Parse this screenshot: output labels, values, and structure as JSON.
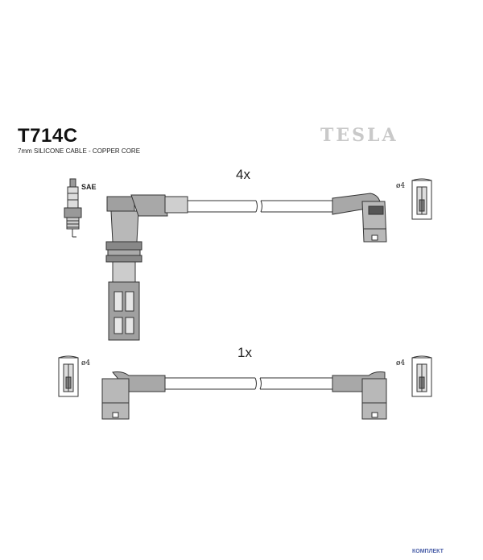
{
  "header": {
    "part_code": "T714C",
    "cable_spec": "7mm SILICONE CABLE - COPPER CORE",
    "brand": "TESLA"
  },
  "labels": {
    "plug_standard": "SAE",
    "qty_top": "4x",
    "qty_bottom": "1x",
    "diameter_1": "ø4",
    "diameter_2": "ø4",
    "diameter_3": "ø4"
  },
  "footer": {
    "watermark": "КОМПЛЕКТ"
  },
  "colors": {
    "line": "#333333",
    "fill_dark": "#777777",
    "fill_mid": "#a9a9a9",
    "fill_light": "#d9d9d9"
  }
}
